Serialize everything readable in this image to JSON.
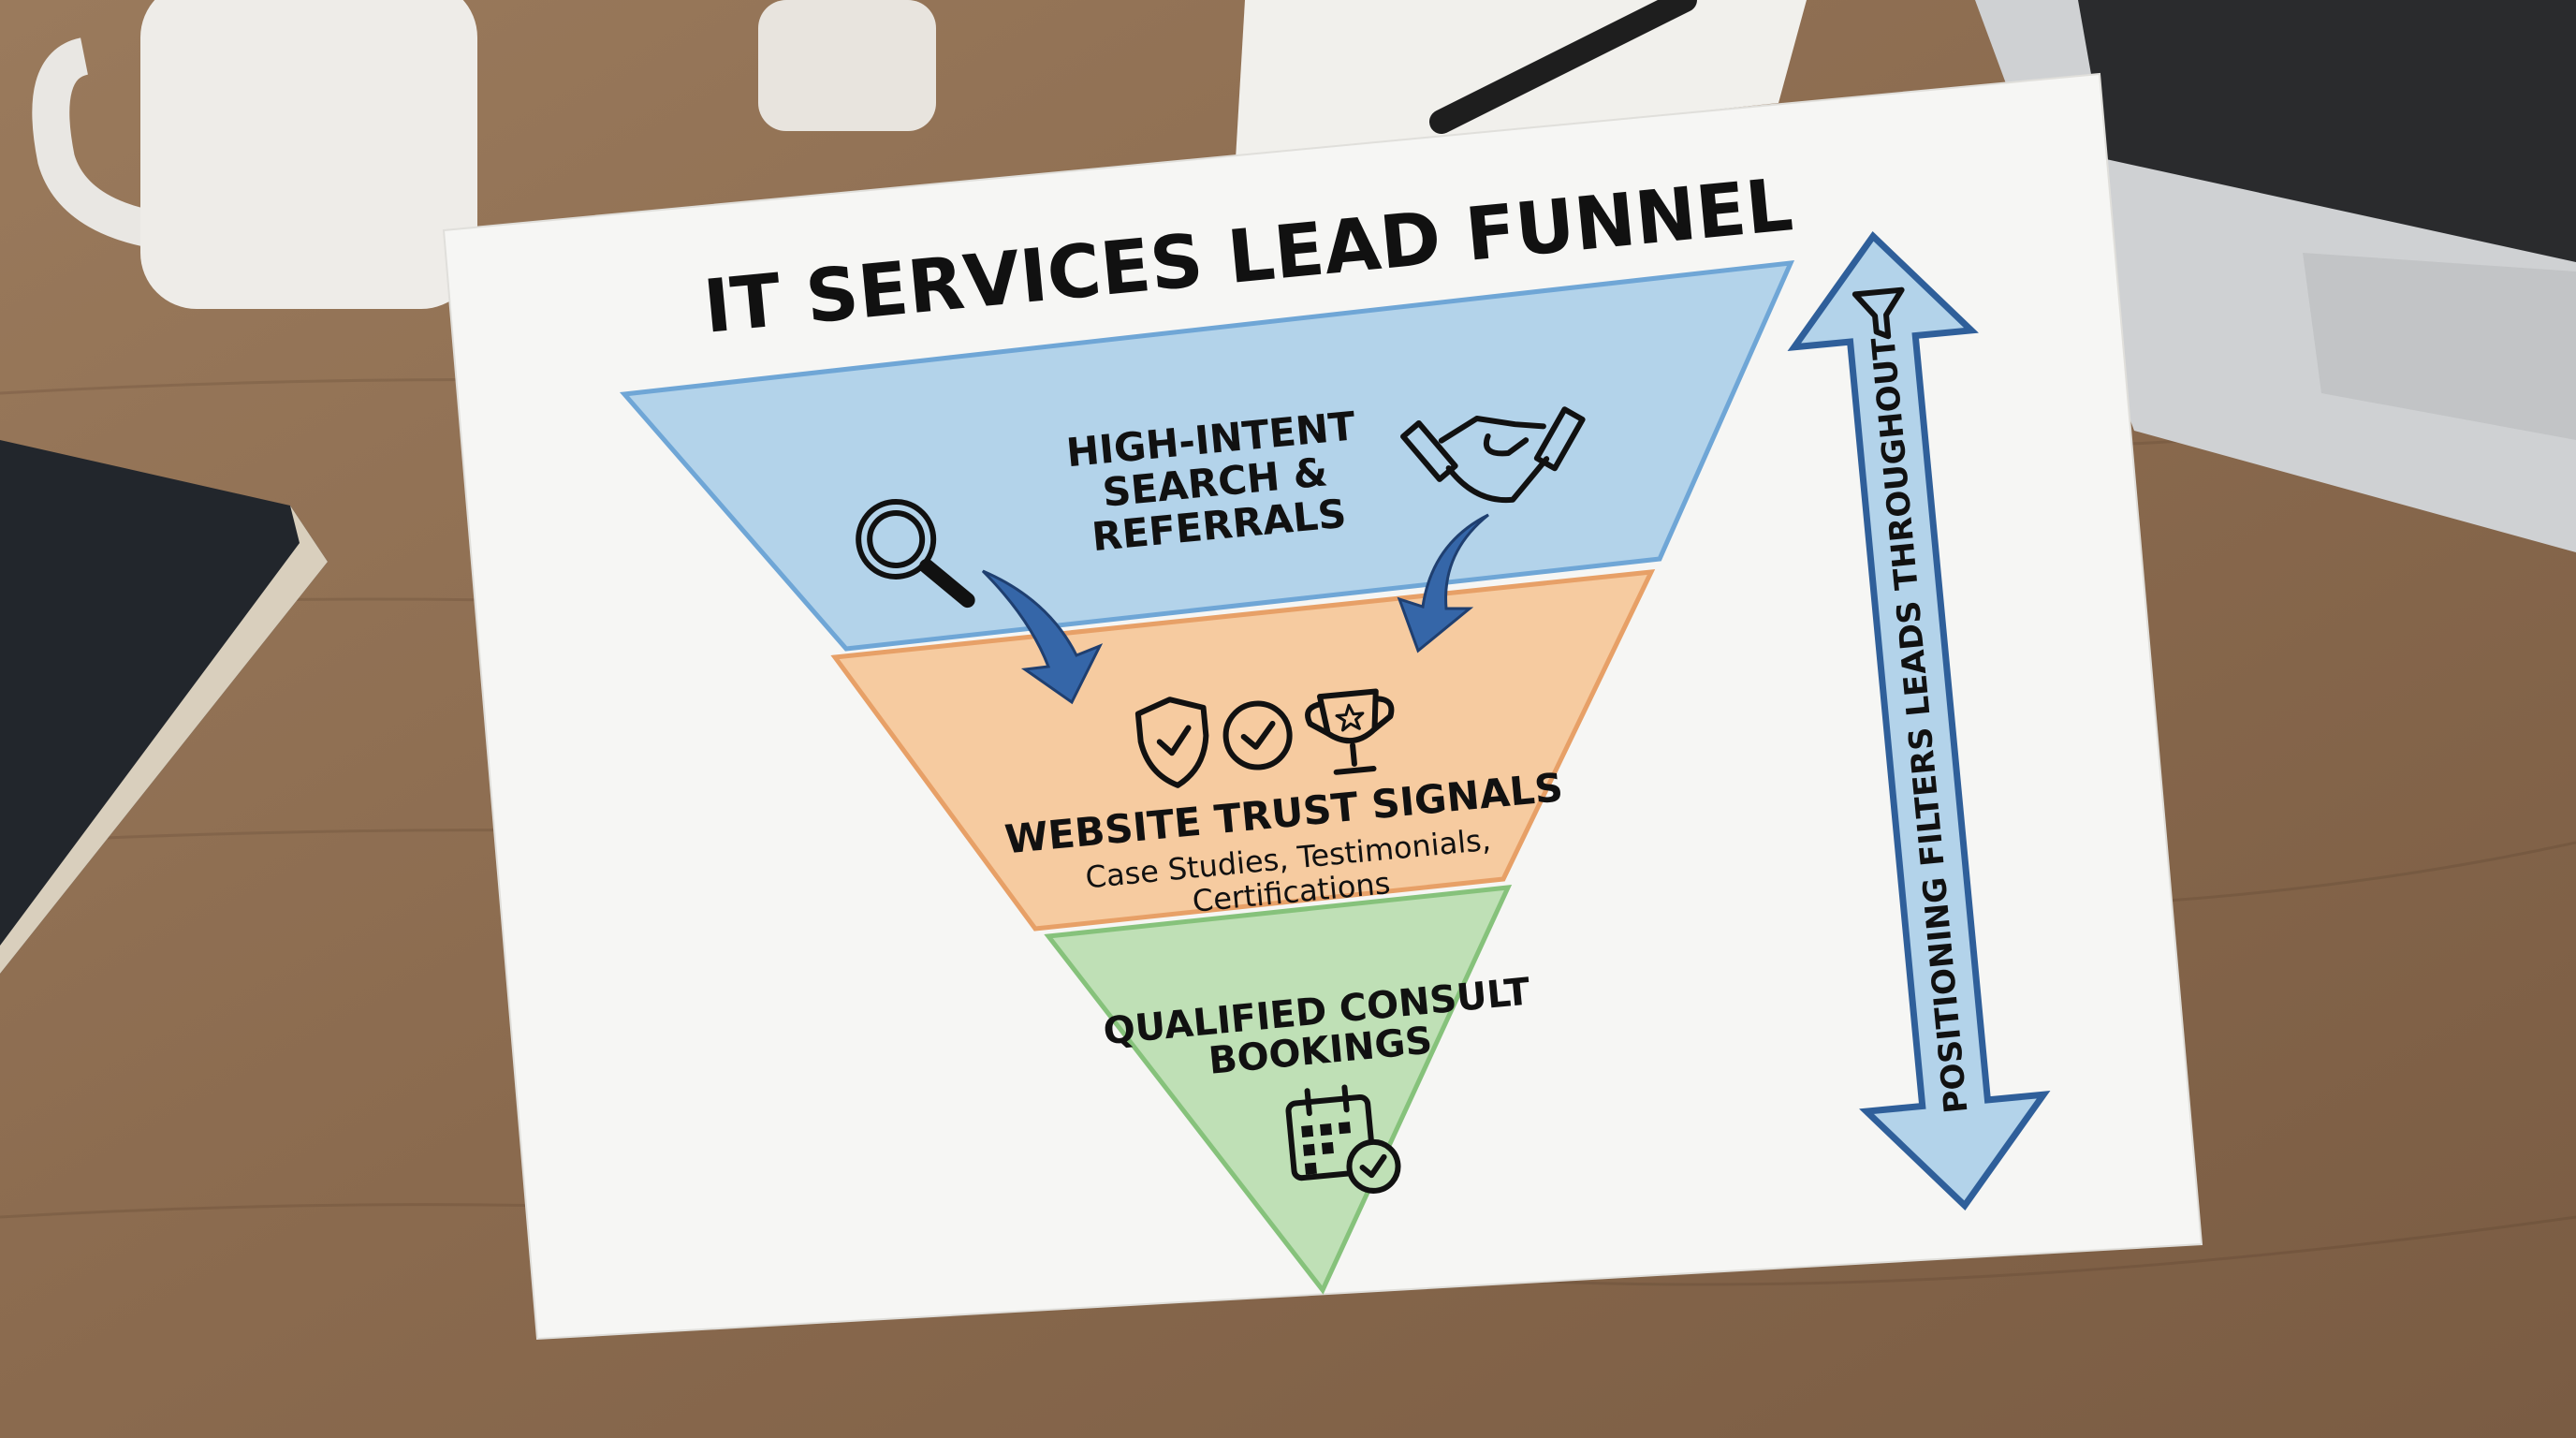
{
  "title": "IT SERVICES LEAD FUNNEL",
  "stages": [
    {
      "lines": [
        "HIGH-INTENT",
        "SEARCH &",
        "REFERRALS"
      ],
      "color": "#b3d3ea",
      "border": "#6fa6d6",
      "icons": [
        "magnifier-icon",
        "handshake-icon"
      ]
    },
    {
      "lines": [
        "WEBSITE TRUST SIGNALS"
      ],
      "sub": [
        "Case Studies, Testimonials,",
        "Certifications"
      ],
      "color": "#f6cba0",
      "border": "#e7a067",
      "icons": [
        "shield-check-icon",
        "check-circle-icon",
        "trophy-icon"
      ]
    },
    {
      "lines": [
        "QUALIFIED CONSULT",
        "BOOKINGS"
      ],
      "color": "#bfe0b6",
      "border": "#86c27b",
      "icons": [
        "calendar-check-icon"
      ]
    }
  ],
  "side_arrow": {
    "label": "POSITIONING FILTERS LEADS THROUGHOUT",
    "color": "#b3d3ea",
    "border": "#2f5f9a",
    "icon": "funnel-icon"
  },
  "flow_arrow_color": "#3566a8"
}
